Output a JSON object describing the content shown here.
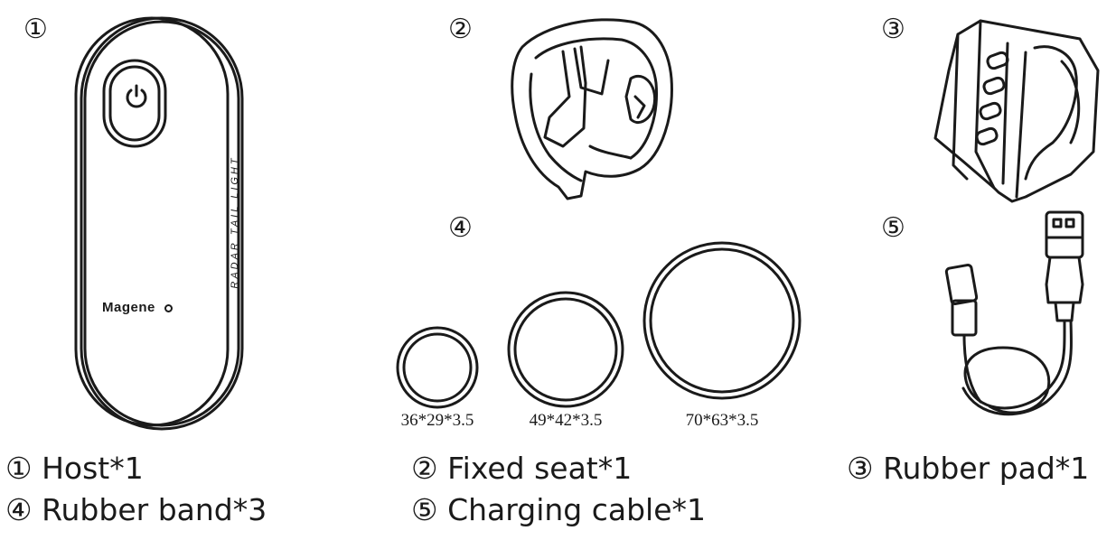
{
  "items": [
    {
      "marker": "①",
      "caption": "① Host*1"
    },
    {
      "marker": "②",
      "caption": "② Fixed seat*1"
    },
    {
      "marker": "③",
      "caption": "③ Rubber pad*1"
    },
    {
      "marker": "④",
      "caption": "④ Rubber band*3"
    },
    {
      "marker": "⑤",
      "caption": "⑤ Charging cable*1"
    }
  ],
  "host": {
    "brand": "Magene",
    "side_text": "radar tail light",
    "icons": [
      "power-button-icon"
    ]
  },
  "rubber_bands": [
    {
      "size": "36*29*3.5"
    },
    {
      "size": "49*42*3.5"
    },
    {
      "size": "70*63*3.5"
    }
  ],
  "colors": {
    "ink": "#1a1a1a",
    "background": "#ffffff"
  }
}
